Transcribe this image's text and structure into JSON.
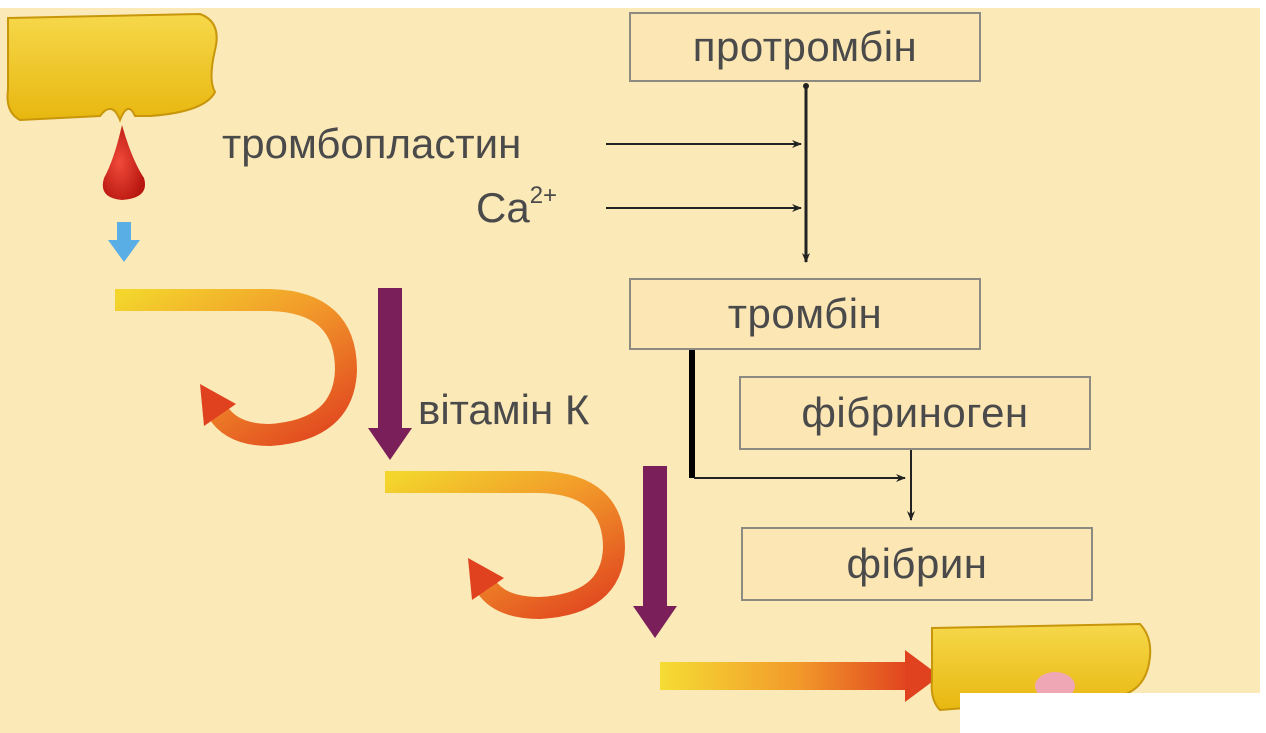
{
  "boxes": {
    "prothrombin": "протромбін",
    "thrombin": "тромбін",
    "fibrinogen": "фібриноген",
    "fibrin": "фібрин"
  },
  "labels": {
    "thromboplastin": "тромбопластин",
    "calcium_base": "Ca",
    "calcium_charge": "2+",
    "vitamin_k": "вітамін К"
  },
  "colors": {
    "background": "#fbe9b7",
    "box_border": "#8d8a82",
    "text": "#4a4a4a",
    "blood_drop": "#d7261e",
    "blue_arrow": "#5aaee6",
    "purple_arrow": "#7a1f5a",
    "tissue": "#f2c51a"
  }
}
